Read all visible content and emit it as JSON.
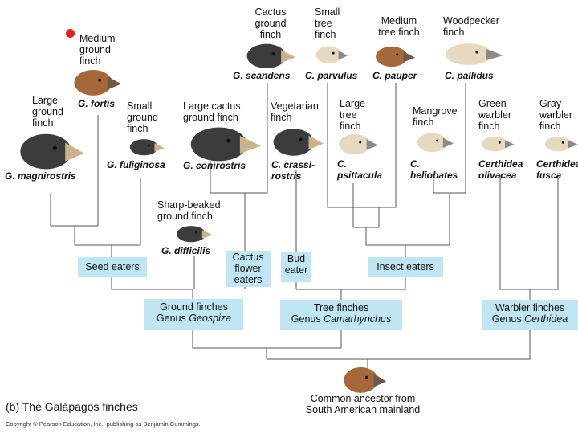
{
  "colors": {
    "group_box": "#bfe6f2",
    "tree_line": "#555555",
    "marker_dot": "#e0202a",
    "dark_finch": "#3c3c3c",
    "light_finch": "#e6d9c0",
    "brown_finch": "#a6673a"
  },
  "species": [
    {
      "common": [
        "Medium",
        "ground",
        "finch"
      ],
      "scientific": "G. fortis",
      "tone": "brown",
      "marked": true
    },
    {
      "common": [
        "Large",
        "ground",
        "finch"
      ],
      "scientific": "G. magnirostris",
      "tone": "dark"
    },
    {
      "common": [
        "Small",
        "ground",
        "finch"
      ],
      "scientific": "G. fuliginosa",
      "tone": "dark"
    },
    {
      "common": [
        "Sharp-beaked",
        "ground finch"
      ],
      "scientific": "G. difficilis",
      "tone": "dark"
    },
    {
      "common": [
        "Large cactus",
        "ground finch"
      ],
      "scientific": "G. conirostris",
      "tone": "dark"
    },
    {
      "common": [
        "Cactus",
        "ground",
        "finch"
      ],
      "scientific": "G. scandens",
      "tone": "dark"
    },
    {
      "common": [
        "Vegetarian",
        "finch"
      ],
      "scientific": [
        "C. crassi-",
        "rostris"
      ],
      "tone": "dark"
    },
    {
      "common": [
        "Small",
        "tree",
        "finch"
      ],
      "scientific": "C. parvulus",
      "tone": "light"
    },
    {
      "common": [
        "Large",
        "tree",
        "finch"
      ],
      "scientific": [
        "C.",
        "psittacula"
      ],
      "tone": "light"
    },
    {
      "common": [
        "Medium",
        "tree finch"
      ],
      "scientific": "C. pauper",
      "tone": "brown"
    },
    {
      "common": [
        "Woodpecker",
        "finch"
      ],
      "scientific": "C. pallidus",
      "tone": "light"
    },
    {
      "common": [
        "Mangrove",
        "finch"
      ],
      "scientific": [
        "C.",
        "heliobates"
      ],
      "tone": "light"
    },
    {
      "common": [
        "Green",
        "warbler",
        "finch"
      ],
      "scientific": [
        "Certhidea",
        "olivacea"
      ],
      "tone": "light"
    },
    {
      "common": [
        "Gray",
        "warbler",
        "finch"
      ],
      "scientific": [
        "Certhidea",
        "fusca"
      ],
      "tone": "light"
    }
  ],
  "diet_groups": {
    "seed_eaters": "Seed eaters",
    "cactus_flower_eaters": [
      "Cactus",
      "flower",
      "eaters"
    ],
    "bud_eater": [
      "Bud",
      "eater"
    ],
    "insect_eaters": "Insect eaters"
  },
  "genera": {
    "ground": {
      "common": "Ground finches",
      "prefix": "Genus",
      "genus": "Geospiza"
    },
    "tree": {
      "common": "Tree finches",
      "prefix": "Genus",
      "genus": "Camarhynchus"
    },
    "warbler": {
      "common": "Warbler finches",
      "prefix": "Genus",
      "genus": "Certhidea"
    }
  },
  "ancestor": [
    "Common ancestor from",
    "South American mainland"
  ],
  "caption": "(b) The Galápagos finches",
  "copyright": "Copyright © Pearson Education, Inc., publishing as Benjamin Cummings."
}
